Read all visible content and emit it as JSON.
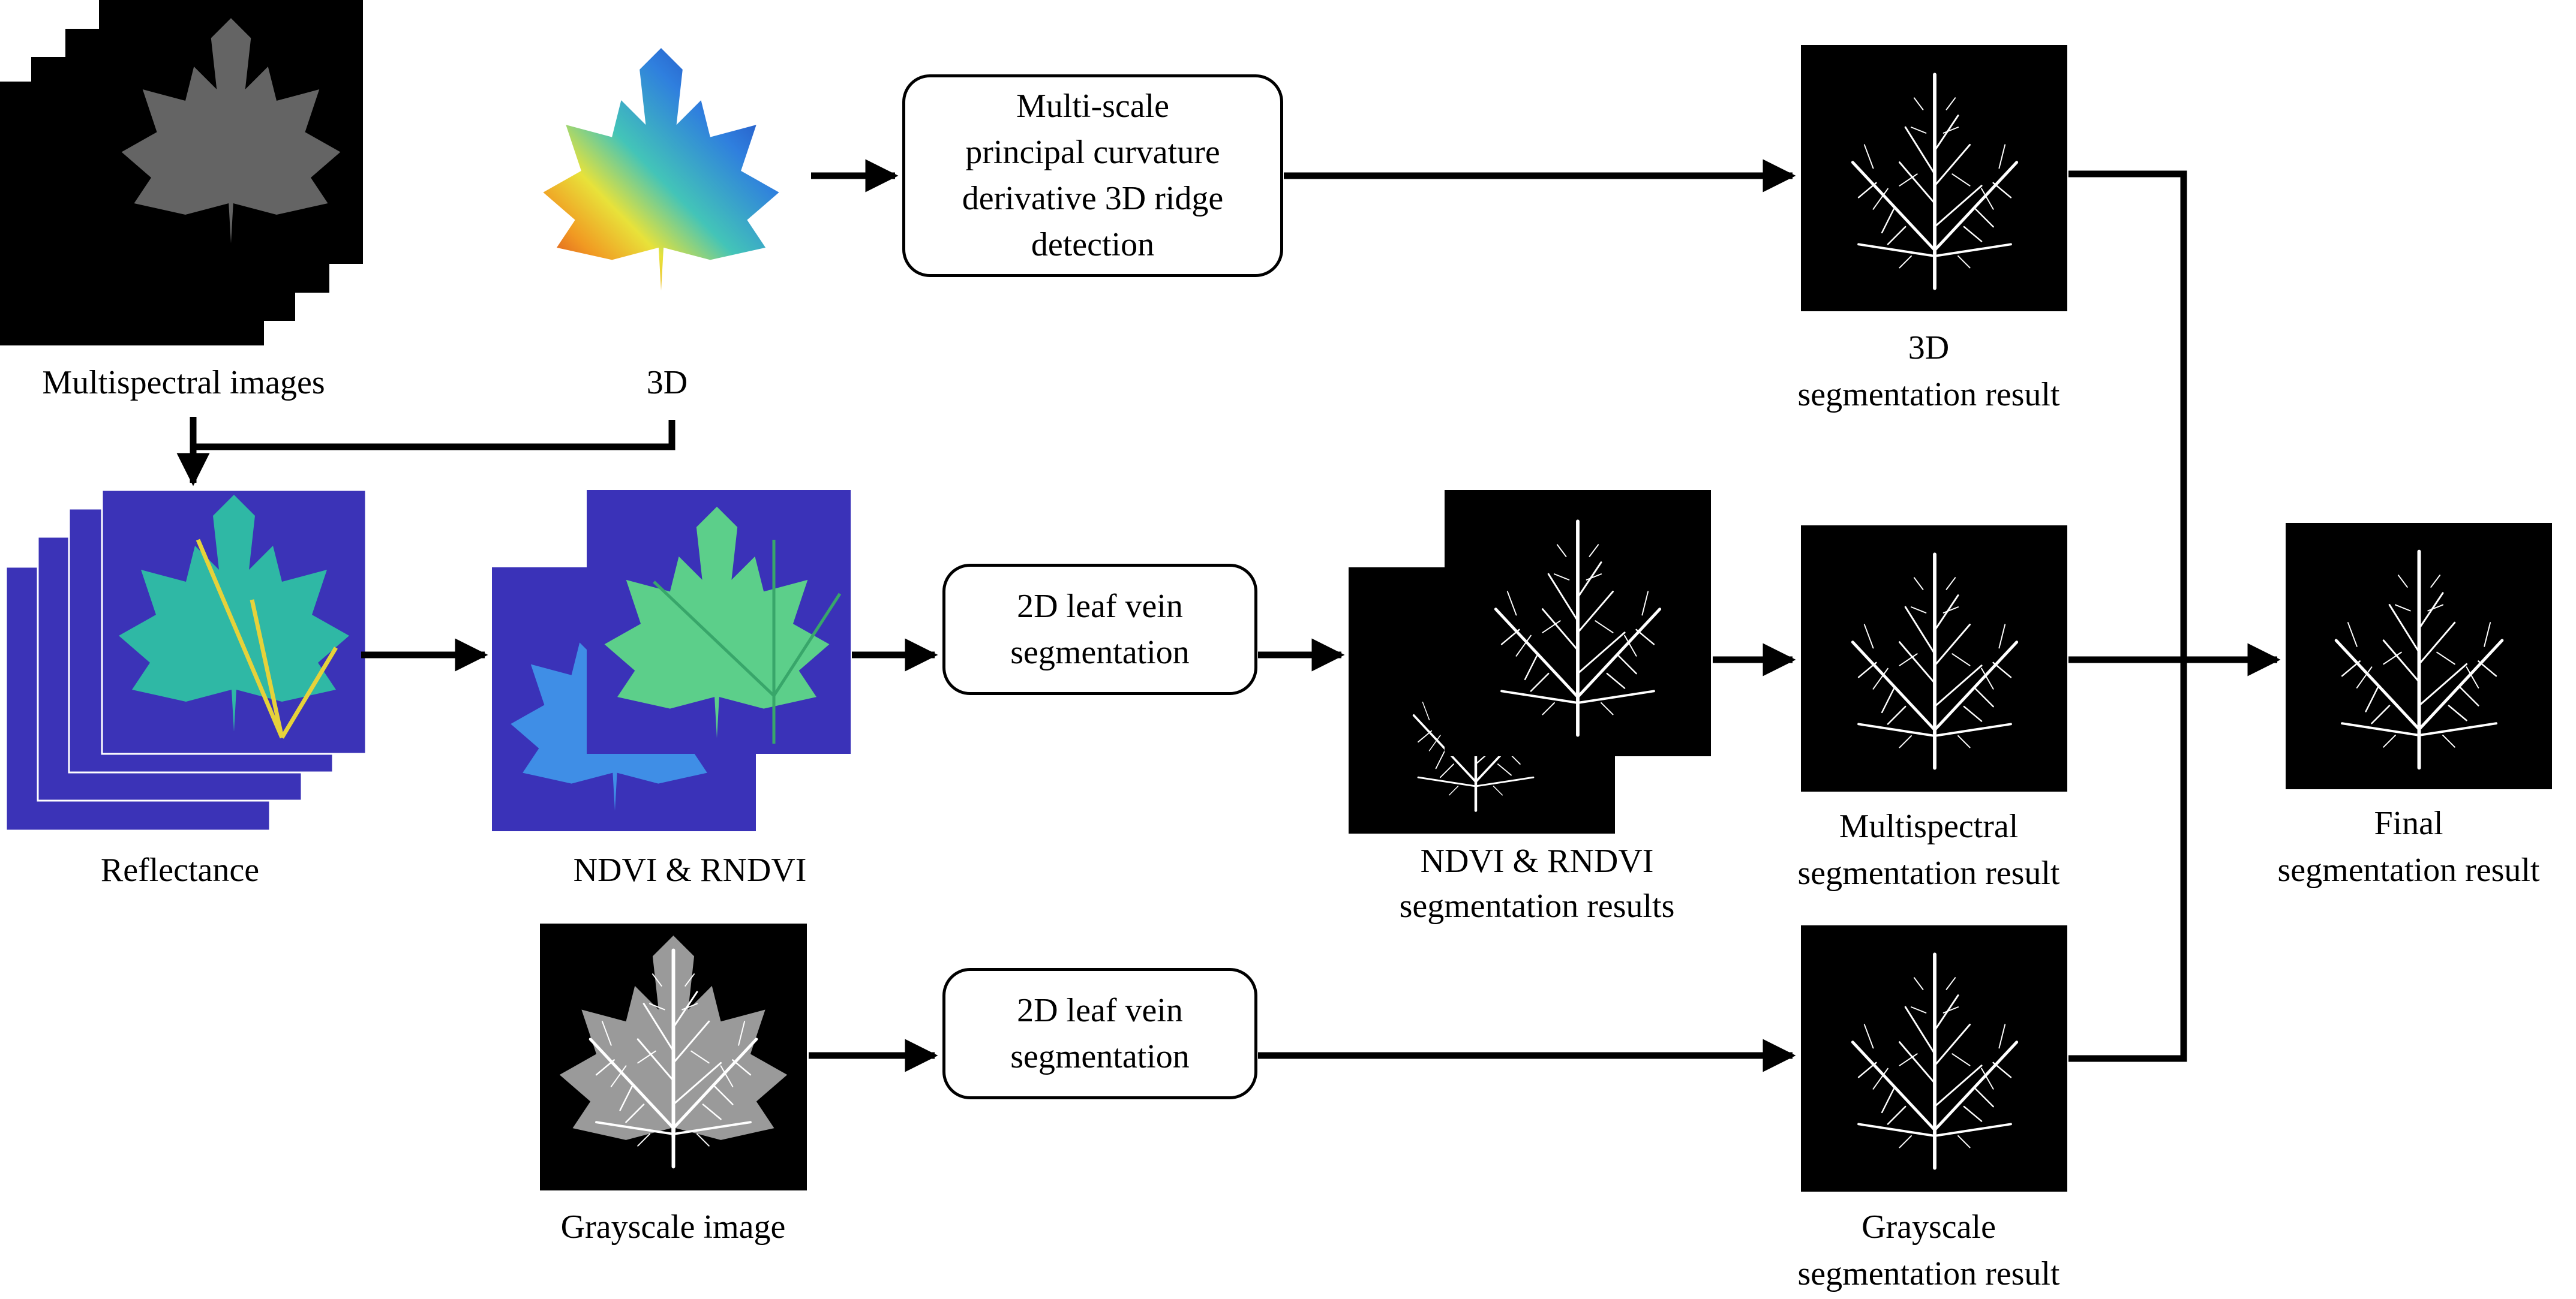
{
  "labels": {
    "multispectral_images": "Multispectral images",
    "three_d": "3D",
    "reflectance": "Reflectance",
    "ndvi_rndvi": "NDVI & RNDVI",
    "grayscale_image": "Grayscale image",
    "ndvi_rndvi_results_line1": "NDVI & RNDVI",
    "ndvi_rndvi_results_line2": "segmentation results",
    "seg3d_line1": "3D",
    "seg3d_line2": "segmentation result",
    "multispectral_seg_line1": "Multispectral",
    "multispectral_seg_line2": "segmentation result",
    "grayscale_seg_line1": "Grayscale",
    "grayscale_seg_line2": "segmentation result",
    "final_line1": "Final",
    "final_line2": "segmentation result"
  },
  "boxes": {
    "ridge_detection": "Multi-scale\nprincipal curvature\nderivative 3D ridge\ndetection",
    "vein_seg_middle": "2D leaf vein\nsegmentation",
    "vein_seg_bottom": "2D leaf vein\nsegmentation"
  },
  "colors": {
    "line": "#000000",
    "ndvi_bg": "#3a32b8",
    "leaf_teal": "#2fb8a5",
    "leaf_green": "#5ccf8a",
    "leaf_blue_light": "#3f8ee6",
    "vein_white": "#ffffff",
    "gray_leaf": "#9a9a9a"
  }
}
